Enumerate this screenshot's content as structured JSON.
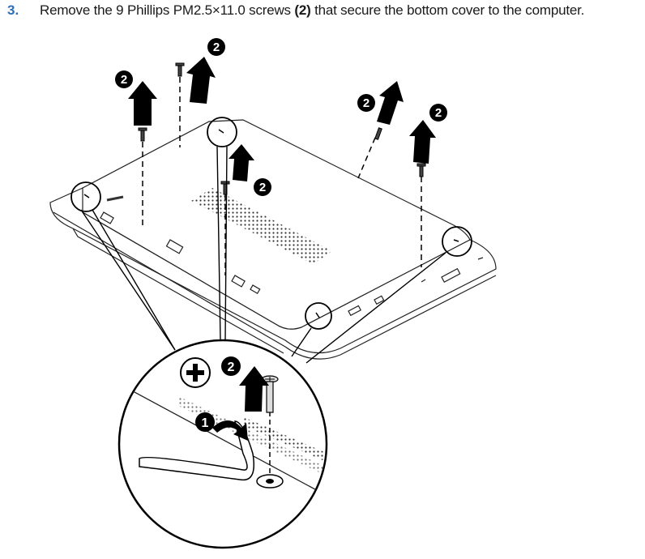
{
  "step": {
    "number": "3.",
    "text_before": "Remove the 9 Phillips PM2.5×11.0 screws ",
    "callout_ref": "(2)",
    "text_after": " that secure the bottom cover to the computer."
  },
  "figure": {
    "callout_screw": "2",
    "callout_release": "1",
    "phillips_symbol": "phillips-screwdriver-icon",
    "colors": {
      "ink": "#000000",
      "accent": "#2f6fb5",
      "callout_fill": "#000000"
    }
  }
}
